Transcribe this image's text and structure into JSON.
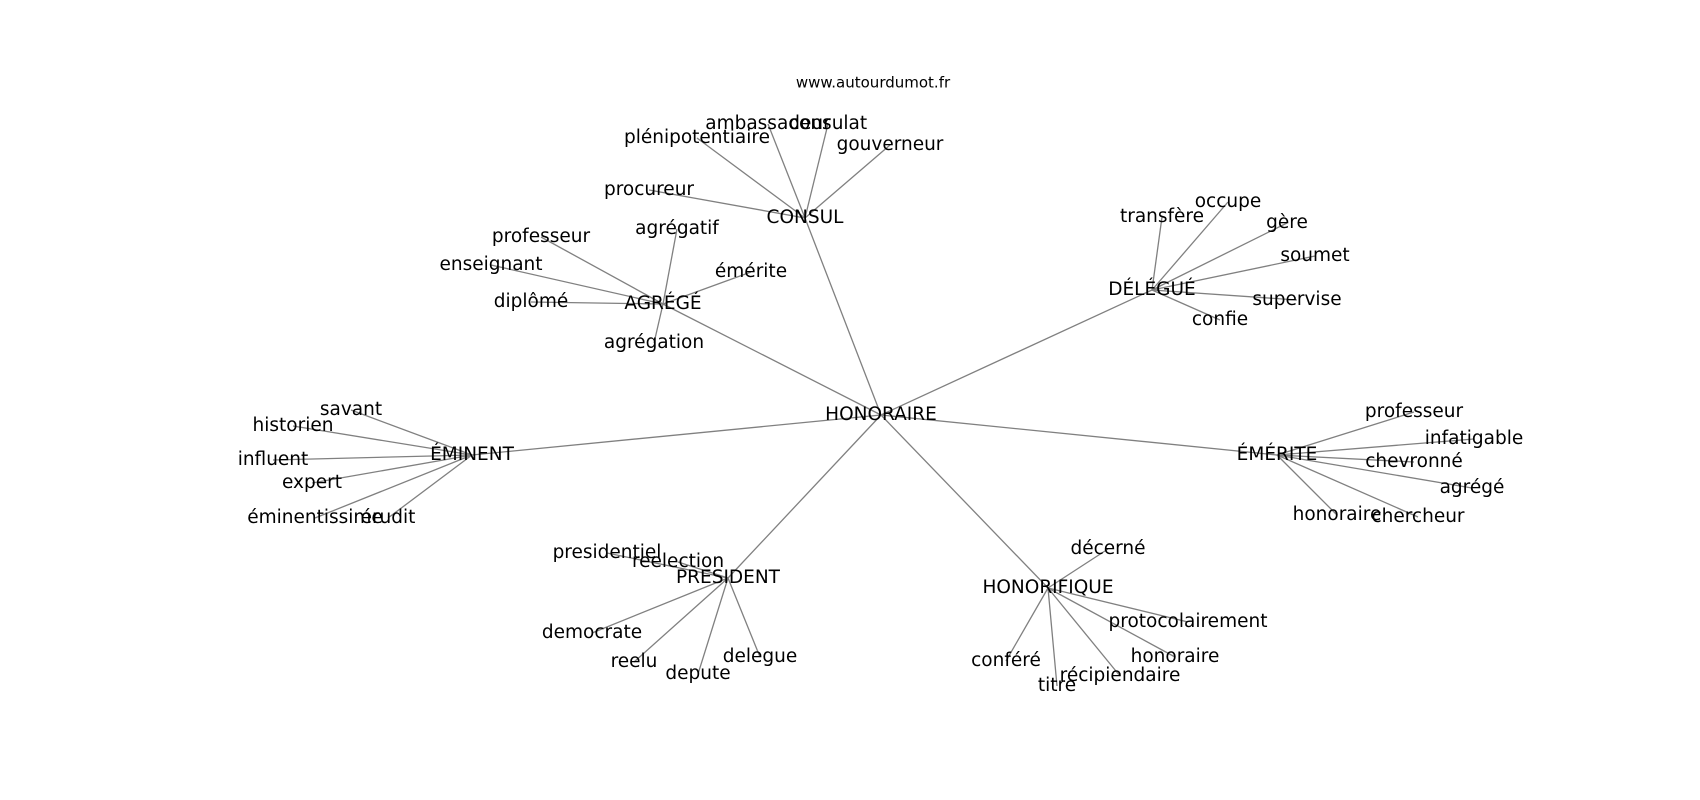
{
  "site_label": "www.autourdumot.fr",
  "root": {
    "label": "HONORAIRE"
  },
  "clusters": [
    {
      "id": "consul",
      "label": "CONSUL",
      "leaves": [
        "ambassadeur",
        "consulat",
        "plénipotentiaire",
        "gouverneur",
        "procureur"
      ]
    },
    {
      "id": "agrege",
      "label": "AGRÉGÉ",
      "leaves": [
        "professeur",
        "agrégatif",
        "enseignant",
        "émérite",
        "diplômé",
        "agrégation"
      ]
    },
    {
      "id": "delegue",
      "label": "DÉLÉGUÉ",
      "leaves": [
        "transfère",
        "occupe",
        "gère",
        "soumet",
        "supervise",
        "confie"
      ]
    },
    {
      "id": "eminent",
      "label": "ÉMINENT",
      "leaves": [
        "savant",
        "historien",
        "influent",
        "expert",
        "éminentissime",
        "érudit"
      ]
    },
    {
      "id": "emerite",
      "label": "ÉMÉRITE",
      "leaves": [
        "professeur",
        "infatigable",
        "chevronné",
        "agrégé",
        "honoraire",
        "chercheur"
      ]
    },
    {
      "id": "president",
      "label": "PRESIDENT",
      "leaves": [
        "presidentiel",
        "reelection",
        "democrate",
        "reelu",
        "depute",
        "delegue"
      ]
    },
    {
      "id": "honorifique",
      "label": "HONORIFIQUE",
      "leaves": [
        "décerné",
        "protocolairement",
        "honoraire",
        "conféré",
        "récipiendaire",
        "titre"
      ]
    }
  ]
}
